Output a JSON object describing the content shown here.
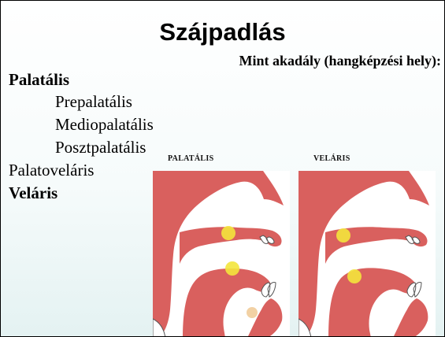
{
  "slide": {
    "title": "Szájpadlás",
    "subtitle": "Mint akadály (hangképzési hely):",
    "items": [
      {
        "text": "Palatális",
        "bold": true
      },
      {
        "text": "Prepalatális",
        "bold": false
      },
      {
        "text": "Mediopalatális",
        "bold": false
      },
      {
        "text": "Posztpalatális",
        "bold": false
      },
      {
        "text": "Palatoveláris",
        "bold": false
      },
      {
        "text": "Veláris",
        "bold": true
      }
    ]
  },
  "figures": [
    {
      "label": "PALATÁLIS"
    },
    {
      "label": "VELÁRIS"
    }
  ],
  "colors": {
    "tissue": "#d9605e",
    "marker": "#f3e63c",
    "background": "#e4f2f2"
  }
}
